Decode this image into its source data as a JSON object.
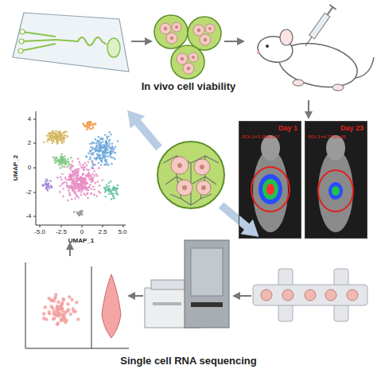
{
  "diagram": {
    "nodes": [
      {
        "text": [
          "Day 1",
          "ROI 1=3.188e+07"
        ]
      },
      {
        "text": [
          "Day 23",
          "ROI 1=4.770e+05"
        ]
      }
    ],
    "labels": [
      "In vivo cell viability",
      "4",
      "2",
      "0",
      "-2",
      "-4",
      "UMAP_2",
      "-5.0",
      "-2.5",
      "0",
      "2.5",
      "5.0",
      "UMAP_1",
      "Single cell RNA sequencing"
    ]
  }
}
